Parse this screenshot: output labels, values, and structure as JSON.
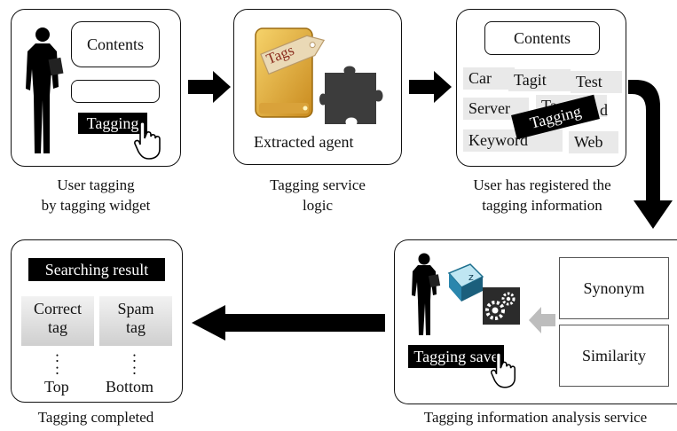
{
  "panel1": {
    "contents_label": "Contents",
    "tagging_label": "Tagging",
    "caption_line1": "User tagging",
    "caption_line2": "by tagging widget"
  },
  "panel2": {
    "tag_label": "Tags",
    "agent_label": "Extracted agent",
    "caption_line1": "Tagging service",
    "caption_line2": "logic"
  },
  "panel3": {
    "contents_label": "Contents",
    "tags": [
      "Car",
      "Tagit",
      "Test",
      "Server",
      "Ta",
      "d",
      "Keyword",
      "Web"
    ],
    "tagging_overlay": "Tagging",
    "caption_line1": "User has registered the",
    "caption_line2": "tagging information"
  },
  "panel4": {
    "tagging_save_label": "Tagging save",
    "synonym_label": "Synonym",
    "similarity_label": "Similarity",
    "caption": "Tagging information analysis service"
  },
  "panel5": {
    "result_label": "Searching result",
    "correct_line1": "Correct",
    "correct_line2": "tag",
    "spam_line1": "Spam",
    "spam_line2": "tag",
    "dots": ":",
    "top_label": "Top",
    "bottom_label": "Bottom",
    "caption": "Tagging completed"
  }
}
